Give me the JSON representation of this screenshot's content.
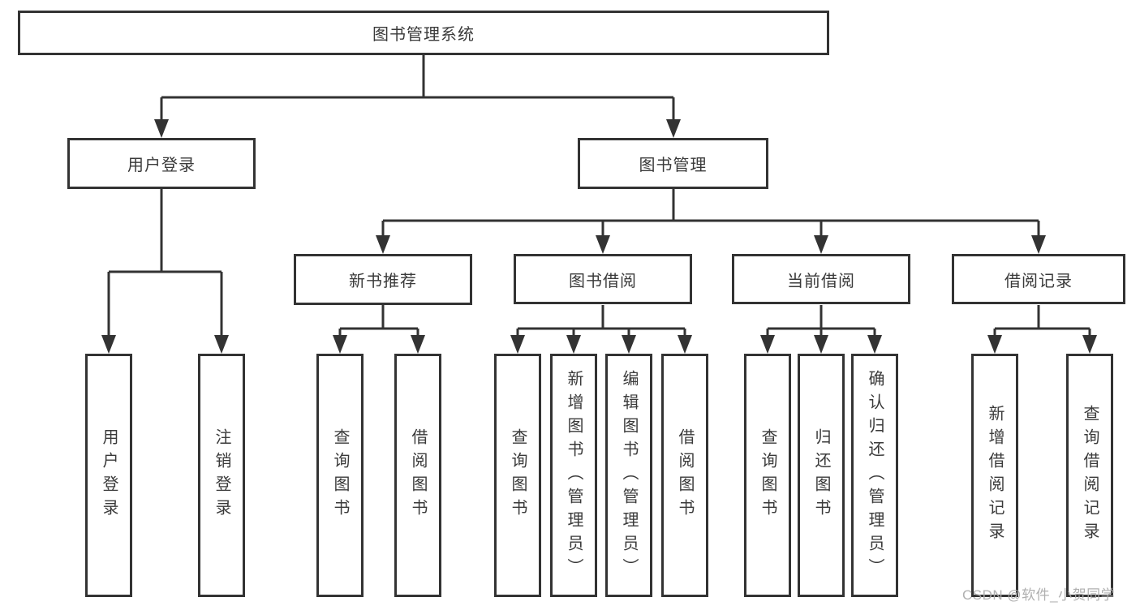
{
  "diagram": {
    "root": "图书管理系统",
    "branches": [
      {
        "label": "用户登录",
        "children": [
          "用户登录",
          "注销登录"
        ]
      },
      {
        "label": "图书管理",
        "sections": [
          {
            "label": "新书推荐",
            "children": [
              "查询图书",
              "借阅图书"
            ]
          },
          {
            "label": "图书借阅",
            "children": [
              "查询图书",
              "新增图书（管理员）",
              "编辑图书（管理员）",
              "借阅图书"
            ]
          },
          {
            "label": "当前借阅",
            "children": [
              "查询图书",
              "归还图书",
              "确认归还（管理员）"
            ]
          },
          {
            "label": "借阅记录",
            "children": [
              "新增借阅记录",
              "查询借阅记录"
            ]
          }
        ]
      }
    ]
  },
  "watermark": "CSDN @软件_小贺同学",
  "colors": {
    "line": "#333333",
    "text": "#3a3a3a",
    "background": "#ffffff",
    "watermark": "#acacac"
  }
}
